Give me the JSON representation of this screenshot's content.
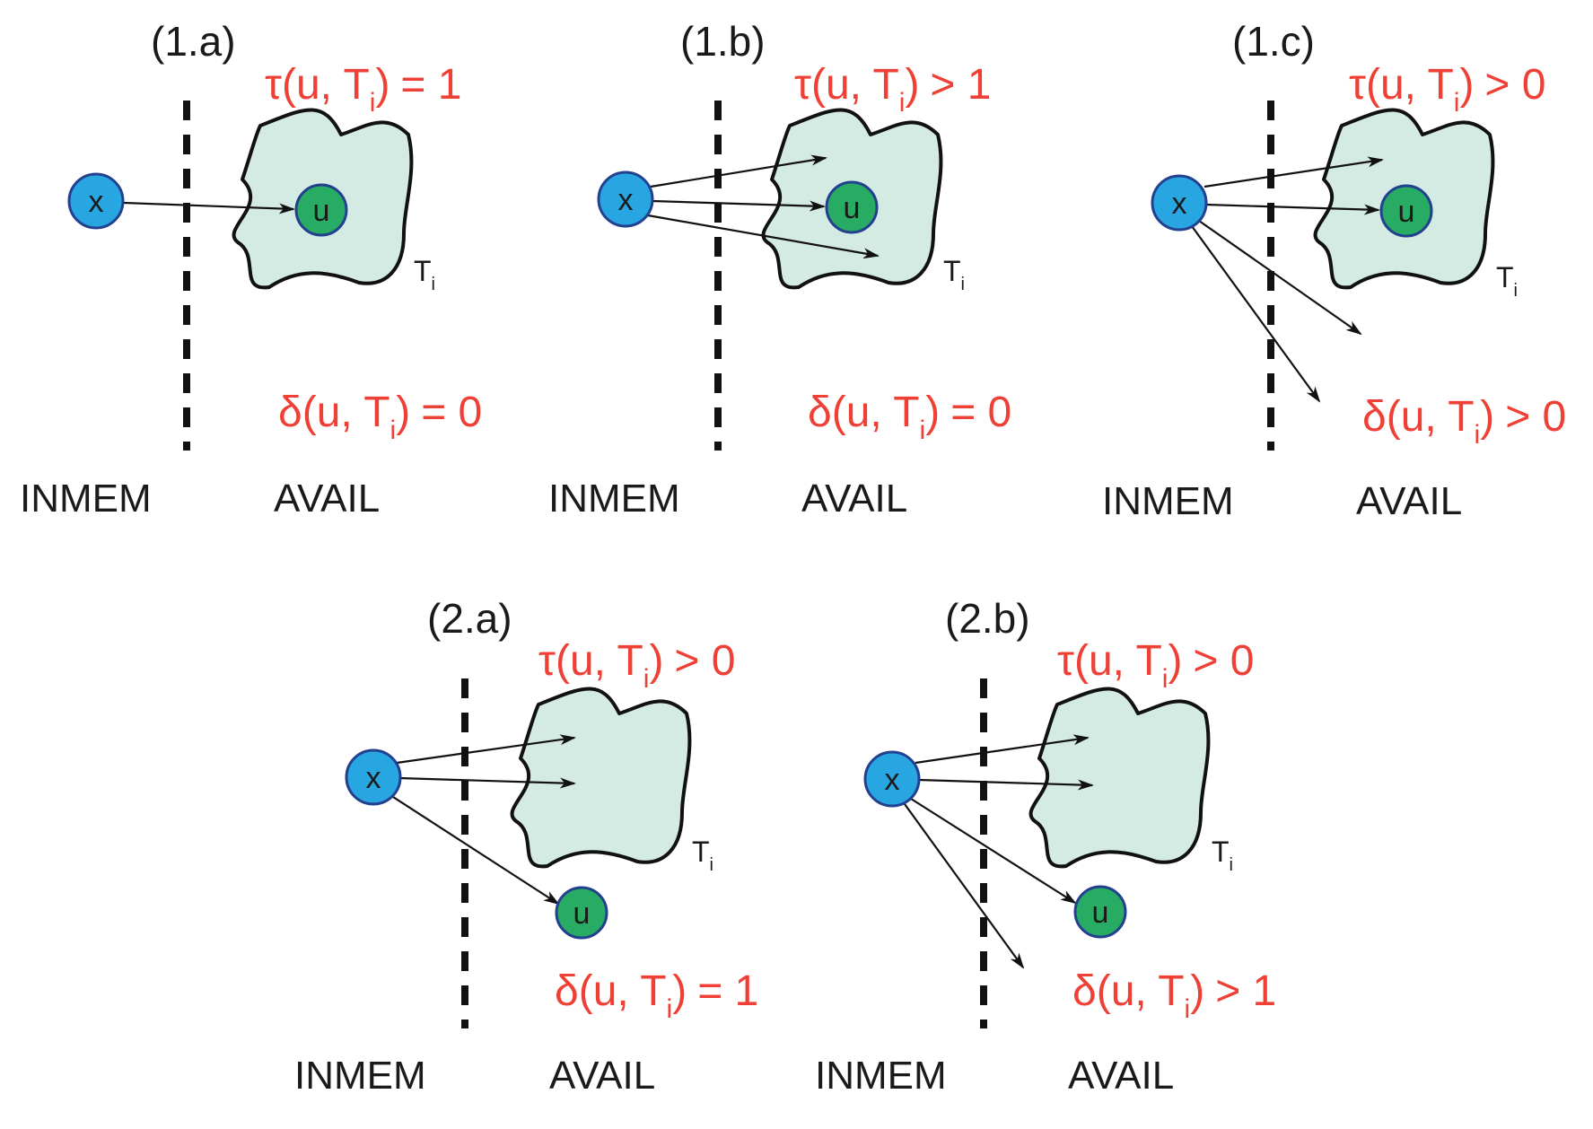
{
  "colors": {
    "formula_red": "#ef4036",
    "node_x_fill": "#27a6e2",
    "node_u_fill": "#28ab62",
    "node_stroke": "#23408f",
    "region_fill": "#d4ebe4"
  },
  "nodes": {
    "x_label": "x",
    "u_label": "u"
  },
  "region_label": {
    "base": "T",
    "sub": "i"
  },
  "zones": {
    "left": "INMEM",
    "right": "AVAIL"
  },
  "formula_parts": {
    "tau_prefix": "τ(u, T",
    "delta_prefix": "δ(u, T",
    "sub": "i",
    "close": ")"
  },
  "panels": [
    {
      "id": "1a",
      "label": "(1.a)",
      "tau_rel": "= 1",
      "delta_rel": "= 0"
    },
    {
      "id": "1b",
      "label": "(1.b)",
      "tau_rel": "> 1",
      "delta_rel": "= 0"
    },
    {
      "id": "1c",
      "label": "(1.c)",
      "tau_rel": "> 0",
      "delta_rel": "> 0"
    },
    {
      "id": "2a",
      "label": "(2.a)",
      "tau_rel": "> 0",
      "delta_rel": "= 1"
    },
    {
      "id": "2b",
      "label": "(2.b)",
      "tau_rel": "> 0",
      "delta_rel": "> 1"
    }
  ]
}
